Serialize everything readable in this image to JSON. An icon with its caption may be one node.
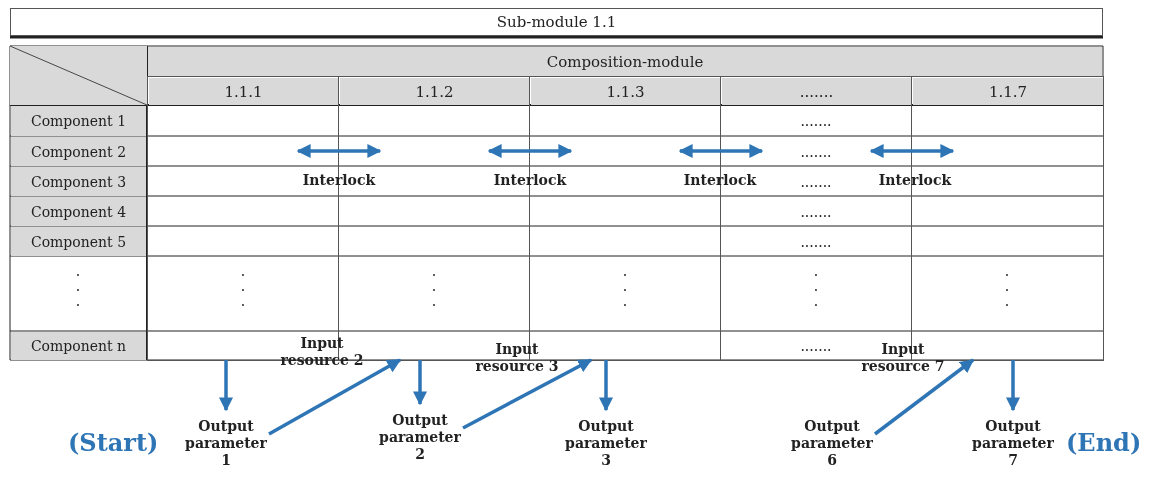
{
  "diagram": {
    "nodes": [
      {
        "text": [
          "1.1.1"
        ]
      },
      {
        "text": [
          "1.1.2"
        ]
      },
      {
        "text": [
          "1.1.3"
        ]
      },
      {
        "text": [
          "......."
        ]
      },
      {
        "text": [
          "1.1.7"
        ]
      },
      {
        "text": [
          "Output parameter 1"
        ]
      },
      {
        "text": [
          "Output parameter 2"
        ]
      },
      {
        "text": [
          "Output parameter 3"
        ]
      },
      {
        "text": [
          "Output parameter 6"
        ]
      },
      {
        "text": [
          "Output parameter 7"
        ]
      }
    ],
    "edges": [
      {
        "from": 0,
        "to": 1,
        "arrow": "both",
        "label": "Interlock"
      },
      {
        "from": 1,
        "to": 2,
        "arrow": "both",
        "label": "Interlock"
      },
      {
        "from": 2,
        "to": 3,
        "arrow": "both",
        "label": "Interlock"
      },
      {
        "from": 3,
        "to": 4,
        "arrow": "both",
        "label": "Interlock"
      },
      {
        "from": 0,
        "to": 5,
        "arrow": "to"
      },
      {
        "from": 5,
        "to": 1,
        "arrow": "to",
        "label": "Input resource 2"
      },
      {
        "from": 1,
        "to": 6,
        "arrow": "to"
      },
      {
        "from": 6,
        "to": 2,
        "arrow": "to",
        "label": "Input resource 3"
      },
      {
        "from": 2,
        "to": 7,
        "arrow": "to"
      },
      {
        "from": 8,
        "to": 4,
        "arrow": "to",
        "label": "Input resource 7"
      },
      {
        "from": 4,
        "to": 9,
        "arrow": "to"
      }
    ],
    "labels": [
      "Sub-module 1.1",
      "Composition-module",
      "Component 1",
      ".......",
      "Component 2",
      ".......",
      "Component 3",
      ".......",
      "Component 4",
      ".......",
      "Component 5",
      ".......",
      ". . .",
      ". . .",
      ". . .",
      ". . .",
      ". . .",
      ". . .",
      "Component n",
      ".......",
      "(Start)",
      "(End)"
    ]
  }
}
